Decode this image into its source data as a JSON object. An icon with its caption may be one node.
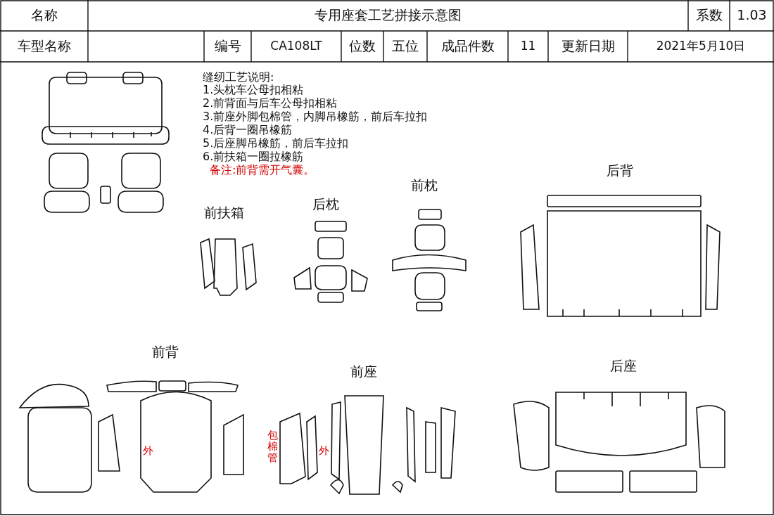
{
  "diagram": {
    "title": "专用座套工艺拼接示意图",
    "labels": [
      "名称",
      "系数",
      "1.03",
      "车型名称",
      "编号",
      "CA108LT",
      "位数",
      "五位",
      "成品件数",
      "11",
      "更新日期",
      "2021年5月10日",
      "缝纫工艺说明:",
      "1.头枕车公母扣相粘",
      "2.前背面与后车公母扣相粘",
      "3.前座外脚包棉管，内脚吊橡筋，前后车拉扣",
      "4.后背一圈吊橡筋",
      "5.后座脚吊橡筋，前后车拉扣",
      "6.前扶箱一圈拉橡筋",
      "备注:前背需开气囊。",
      "前扶箱",
      "后枕",
      "前枕",
      "后背",
      "前背",
      "前座",
      "后座",
      "外",
      "包棉管",
      "外"
    ]
  }
}
